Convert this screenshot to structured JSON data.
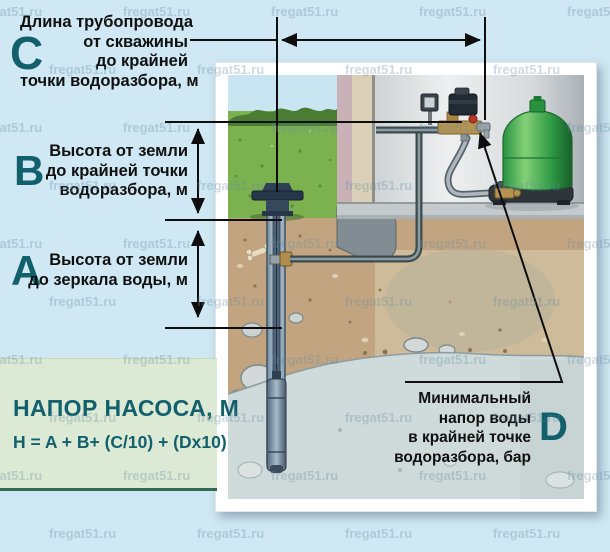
{
  "watermark": {
    "text": "fregat51.ru"
  },
  "labels": {
    "c": {
      "letter": "C",
      "lines": [
        "Длина трубопровода",
        "от скважины",
        "до крайней",
        "точки водоразбора, м"
      ]
    },
    "b": {
      "letter": "B",
      "lines": [
        "Высота от земли",
        "до крайней точки",
        "водоразбора, м"
      ]
    },
    "a": {
      "letter": "A",
      "lines": [
        "Высота от земли",
        "до зеркала воды, м"
      ]
    },
    "d": {
      "letter": "D",
      "lines": [
        "Минимальный",
        "напор воды",
        "в крайней точке",
        "водоразбора, бар"
      ]
    }
  },
  "formula_box": {
    "title": "НАПОР НАСОСА, М",
    "formula": "H = A + B+ (C/10) + (Dx10)"
  },
  "colors": {
    "background": "#cfe8f3",
    "accent_teal": "#13606d",
    "formula_box_green": "#dcead5",
    "formula_box_border": "#2e6b52",
    "measure_line": "#0e0e0e",
    "tank_green": "#2e9a44"
  }
}
